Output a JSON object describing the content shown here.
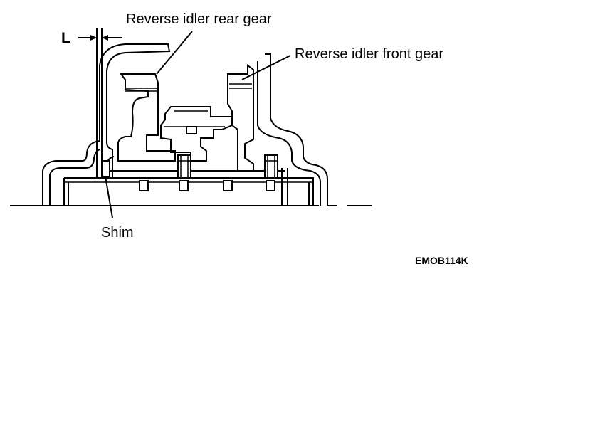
{
  "labels": {
    "reverse_idler_rear_gear": "Reverse idler rear gear",
    "reverse_idler_front_gear": "Reverse idler front gear",
    "shim": "Shim",
    "dimension_l": "L",
    "figure_code": "EMOB114K"
  },
  "colors": {
    "line": "#000000",
    "background": "#ffffff"
  }
}
